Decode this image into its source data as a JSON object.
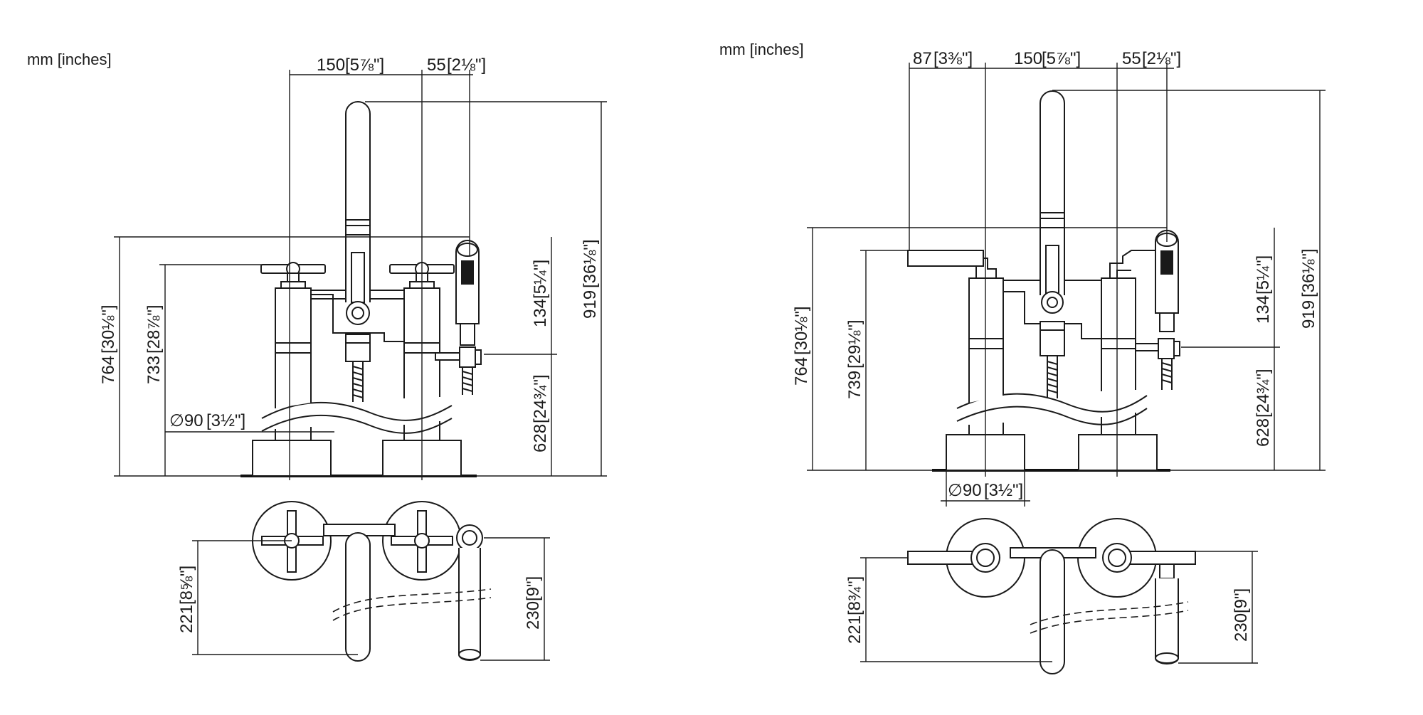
{
  "left_view": {
    "units_label": "mm [inches]",
    "dims": {
      "spread": "150",
      "spread_in": "[5⅞\"]",
      "offset": "55",
      "offset_in": "[2⅛\"]",
      "total_height": "764",
      "total_height_in": "[30⅛\"]",
      "handle_height": "733",
      "handle_height_in": "[28⅞\"]",
      "diameter": "∅90",
      "diameter_in": "[3½\"]",
      "shower_drop": "134",
      "shower_drop_in": "[5¼\"]",
      "shower_height": "628",
      "shower_height_in": "[24¾\"]",
      "spout_height": "919",
      "spout_height_in": "[36⅛\"]",
      "projection": "221",
      "projection_in": "[8⅝\"]",
      "shower_projection": "230",
      "shower_projection_in": "[9\"]"
    }
  },
  "right_view": {
    "units_label": "mm [inches]",
    "dims": {
      "lever": "87",
      "lever_in": "[3⅜\"]",
      "spread": "150",
      "spread_in": "[5⅞\"]",
      "offset": "55",
      "offset_in": "[2⅛\"]",
      "total_height": "764",
      "total_height_in": "[30⅛\"]",
      "handle_height": "739",
      "handle_height_in": "[29⅛\"]",
      "diameter": "∅90",
      "diameter_in": "[3½\"]",
      "shower_drop": "134",
      "shower_drop_in": "[5¼\"]",
      "shower_height": "628",
      "shower_height_in": "[24¾\"]",
      "spout_height": "919",
      "spout_height_in": "[36⅛\"]",
      "projection": "221",
      "projection_in": "[8¾\"]",
      "shower_projection": "230",
      "shower_projection_in": "[9\"]"
    }
  }
}
